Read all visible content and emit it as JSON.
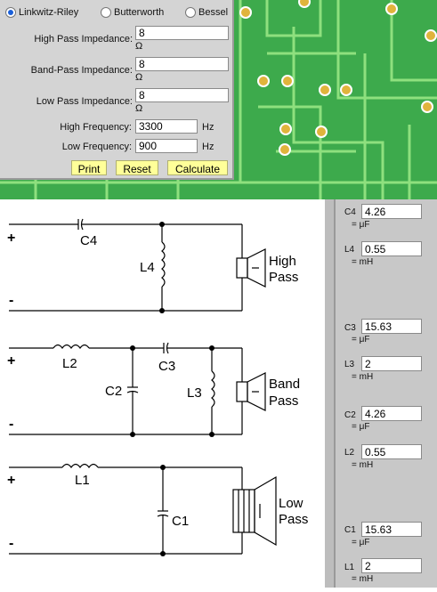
{
  "filter_types": [
    {
      "label": "Linkwitz-Riley",
      "selected": true
    },
    {
      "label": "Butterworth",
      "selected": false
    },
    {
      "label": "Bessel",
      "selected": false
    }
  ],
  "inputs": {
    "high_pass_impedance": {
      "label": "High Pass Impedance:",
      "value": "8",
      "unit": "Ω"
    },
    "band_pass_impedance": {
      "label": "Band-Pass Impedance:",
      "value": "8",
      "unit": "Ω"
    },
    "low_pass_impedance": {
      "label": "Low Pass Impedance:",
      "value": "8",
      "unit": "Ω"
    },
    "high_frequency": {
      "label": "High Frequency:",
      "value": "3300",
      "unit": "Hz"
    },
    "low_frequency": {
      "label": "Low Frequency:",
      "value": "900",
      "unit": "Hz"
    }
  },
  "buttons": {
    "print": "Print",
    "reset": "Reset",
    "calculate": "Calculate"
  },
  "schematic": {
    "plus": "+",
    "minus": "-",
    "high": {
      "c4": "C4",
      "l4": "L4",
      "label1": "High",
      "label2": "Pass"
    },
    "band": {
      "l2": "L2",
      "c3": "C3",
      "c2": "C2",
      "l3": "L3",
      "label1": "Band",
      "label2": "Pass"
    },
    "low": {
      "l1": "L1",
      "c1": "C1",
      "label1": "Low",
      "label2": "Pass"
    }
  },
  "results": [
    {
      "name": "C4",
      "value": "4.26",
      "unit": "μF"
    },
    {
      "name": "L4",
      "value": "0.55",
      "unit": "mH"
    },
    {
      "name": "C3",
      "value": "15.63",
      "unit": "μF"
    },
    {
      "name": "L3",
      "value": "2",
      "unit": "mH"
    },
    {
      "name": "C2",
      "value": "4.26",
      "unit": "μF"
    },
    {
      "name": "L2",
      "value": "0.55",
      "unit": "mH"
    },
    {
      "name": "C1",
      "value": "15.63",
      "unit": "μF"
    },
    {
      "name": "L1",
      "value": "2",
      "unit": "mH"
    }
  ],
  "colors": {
    "board": "#3daa4c",
    "trace": "#8ee07e",
    "pad": "#e0b43c",
    "button": "#ffff99",
    "radio_selected": "#1a5fd8"
  }
}
